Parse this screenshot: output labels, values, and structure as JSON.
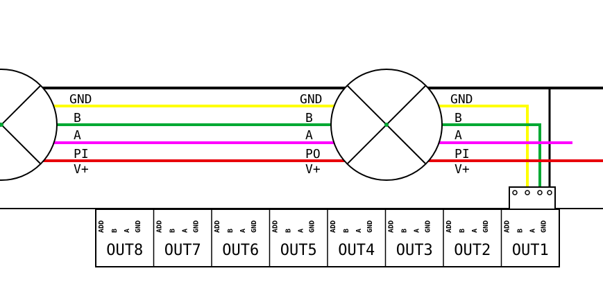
{
  "colors": {
    "gnd": "#000000",
    "b": "#ffff00",
    "a": "#00a933",
    "pi": "#ff00ff",
    "v": "#e8000b",
    "outline": "#000000"
  },
  "wire_labels_left": [
    "GND",
    "B",
    "A",
    "PI",
    "V+"
  ],
  "wire_labels_mid": [
    "GND",
    "B",
    "A",
    "PO",
    "V+"
  ],
  "wire_labels_right": [
    "GND",
    "B",
    "A",
    "PI",
    "V+"
  ],
  "pin_labels": [
    "ADD",
    "B",
    "A",
    "GND"
  ],
  "outputs": [
    "OUT8",
    "OUT7",
    "OUT6",
    "OUT5",
    "OUT4",
    "OUT3",
    "OUT2",
    "OUT1"
  ]
}
